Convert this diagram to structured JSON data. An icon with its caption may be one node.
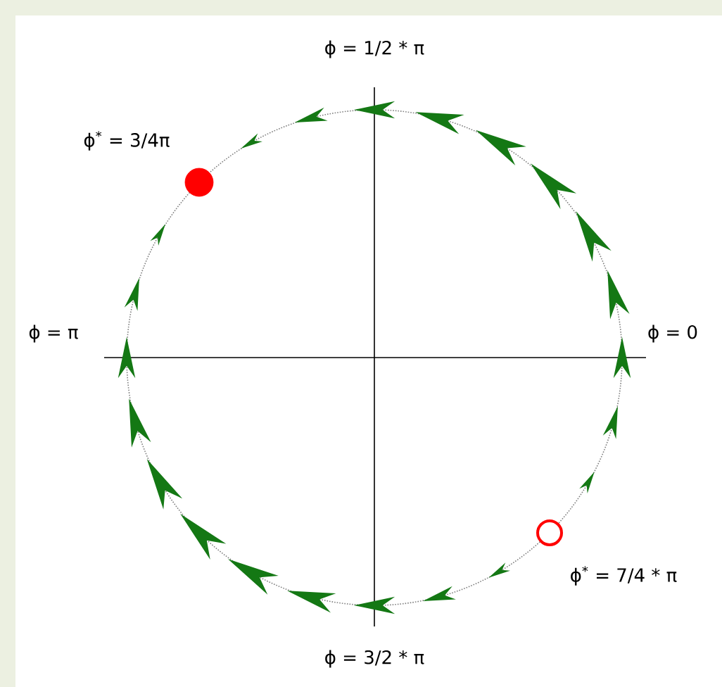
{
  "diagram": {
    "nodes": [
      {
        "text": [],
        "shape": "circle",
        "beside": [
          "ϕ$^{*}$ = 3/4π"
        ]
      },
      {
        "text": [],
        "shape": "circle",
        "beside": [
          "ϕ$^{*}$ = 7/4 * π"
        ]
      }
    ],
    "labels": [
      "ϕ = 1/2 * π",
      "ϕ = π",
      "ϕ = 0",
      "ϕ = 3/2 * π"
    ]
  }
}
